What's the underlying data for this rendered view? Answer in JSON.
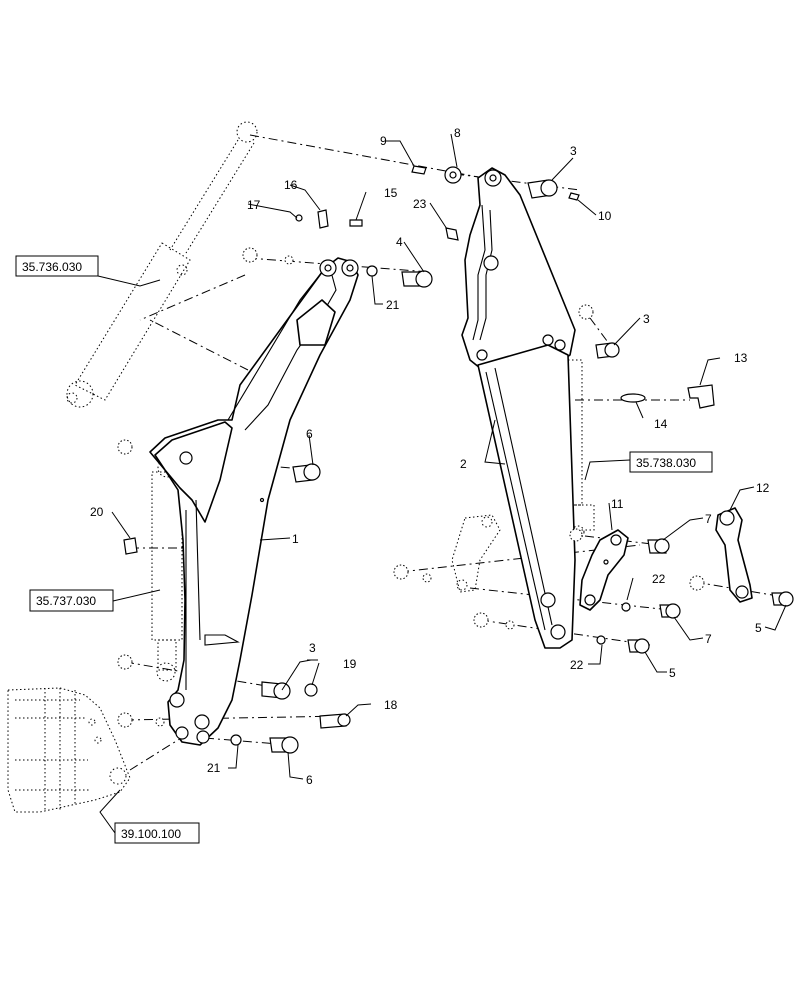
{
  "callouts": {
    "c1": "1",
    "c2": "2",
    "c3a": "3",
    "c3b": "3",
    "c3c": "3",
    "c4": "4",
    "c5a": "5",
    "c5b": "5",
    "c6a": "6",
    "c6b": "6",
    "c7a": "7",
    "c7b": "7",
    "c8": "8",
    "c9": "9",
    "c10": "10",
    "c11": "11",
    "c12": "12",
    "c13": "13",
    "c14": "14",
    "c15": "15",
    "c16": "16",
    "c17": "17",
    "c18": "18",
    "c19": "19",
    "c20": "20",
    "c21a": "21",
    "c21b": "21",
    "c22a": "22",
    "c22b": "22",
    "c23": "23"
  },
  "references": {
    "ref_736": "35.736.030",
    "ref_737": "35.737.030",
    "ref_738": "35.738.030",
    "ref_100": "39.100.100"
  }
}
